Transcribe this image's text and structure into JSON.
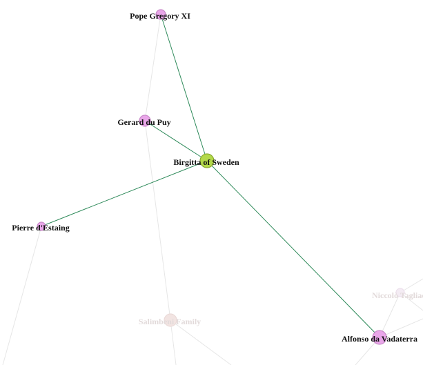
{
  "graph": {
    "nodes": [
      {
        "id": "pope-gregory-xi",
        "label": "Pope Gregory XI",
        "color": "#e9a6e9",
        "stroke": "#c98ac9",
        "faded": false
      },
      {
        "id": "gerard-du-puy",
        "label": "Gerard du Puy",
        "color": "#e9a6e9",
        "stroke": "#c98ac9",
        "faded": false
      },
      {
        "id": "birgitta-of-sweden",
        "label": "Birgitta of Sweden",
        "color": "#b3d94a",
        "stroke": "#8aaa2e",
        "faded": false
      },
      {
        "id": "pierre-d-estaing",
        "label": "Pierre d'Estaing",
        "color": "#e9a6e9",
        "stroke": "#c98ac9",
        "faded": false
      },
      {
        "id": "alfonso-da-vadaterra",
        "label": "Alfonso da Vadaterra",
        "color": "#e9a6e9",
        "stroke": "#c98ac9",
        "faded": false
      },
      {
        "id": "salimbeni-family",
        "label": "Salimbeni Family",
        "color": "#f2e4e2",
        "stroke": "#eadad8",
        "faded": true
      },
      {
        "id": "niccolo-tagliacci",
        "label": "Niccolò Tagliacci",
        "color": "#f4ecf4",
        "stroke": "#ecdfec",
        "faded": true
      }
    ],
    "edges": [
      {
        "source": "pope-gregory-xi",
        "target": "birgitta-of-sweden",
        "highlight": true
      },
      {
        "source": "gerard-du-puy",
        "target": "birgitta-of-sweden",
        "highlight": true
      },
      {
        "source": "pierre-d-estaing",
        "target": "birgitta-of-sweden",
        "highlight": true
      },
      {
        "source": "alfonso-da-vadaterra",
        "target": "birgitta-of-sweden",
        "highlight": true
      },
      {
        "source": "pope-gregory-xi",
        "target": "gerard-du-puy",
        "highlight": false
      },
      {
        "source": "gerard-du-puy",
        "target": "salimbeni-family",
        "highlight": false
      },
      {
        "source": "alfonso-da-vadaterra",
        "target": "niccolo-tagliacci",
        "highlight": false
      }
    ],
    "colors": {
      "highlight_edge": "#2e8a5a",
      "faded_edge": "#e6e6e6"
    }
  }
}
